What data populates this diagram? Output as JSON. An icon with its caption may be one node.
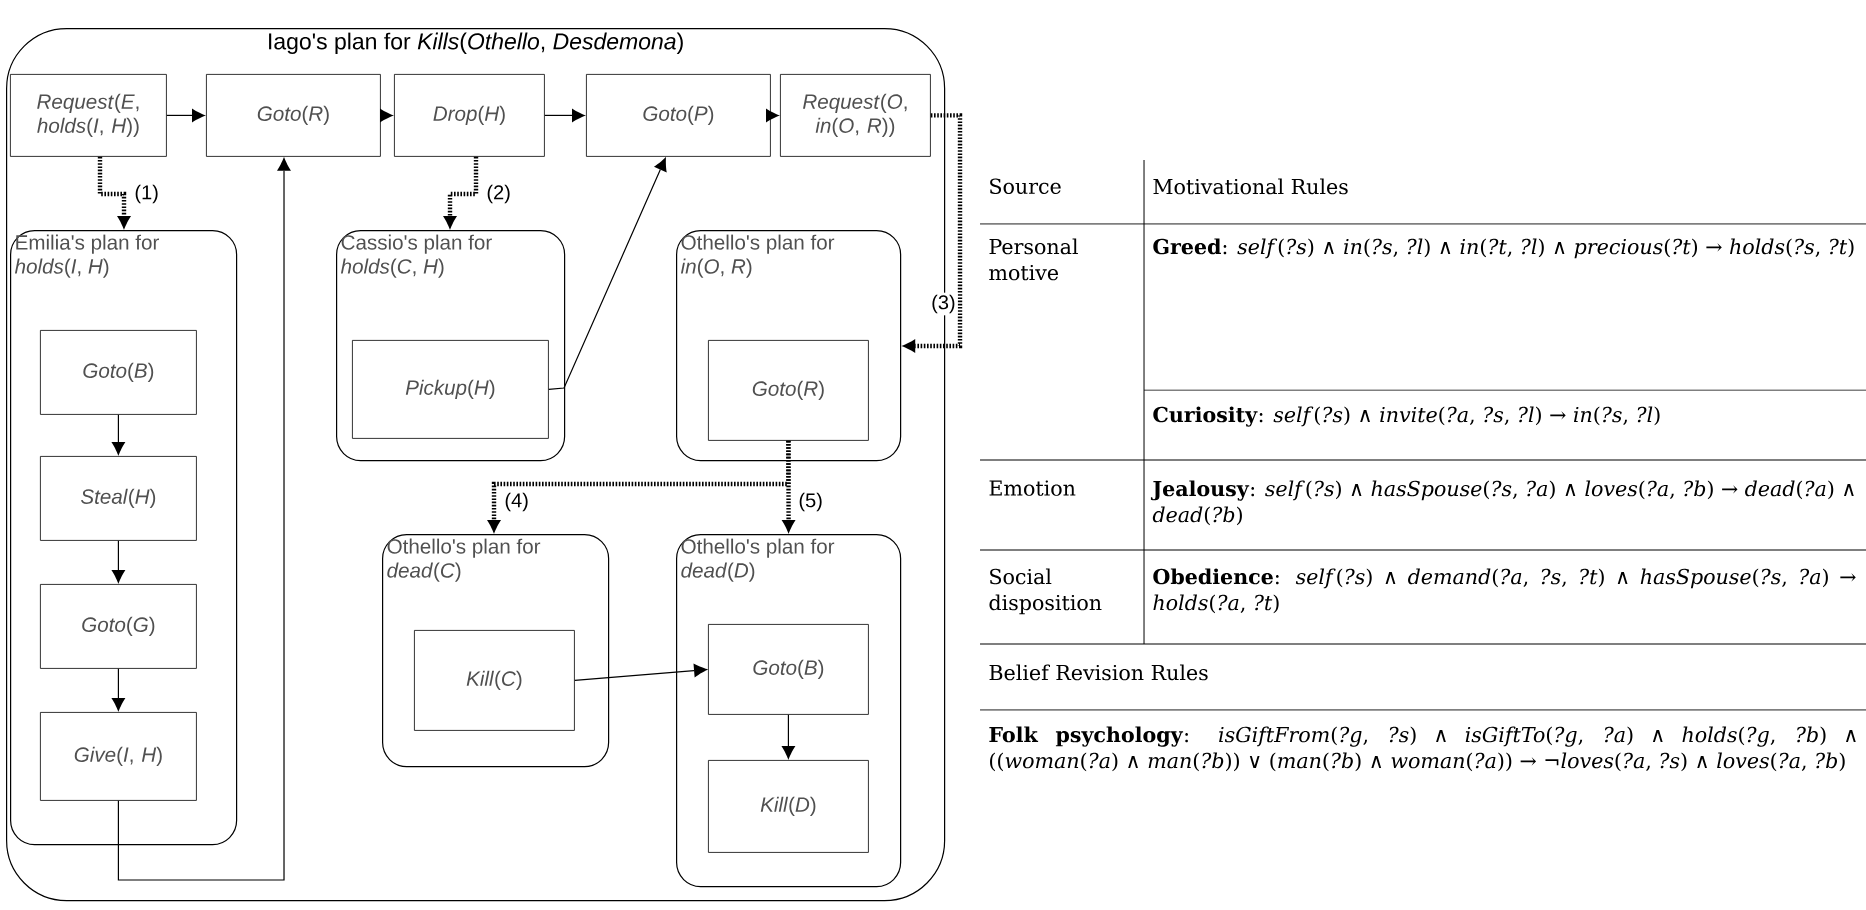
{
  "diagram": {
    "nodes": [
      {
        "text": [
          "Iago's plan for *Kills*(*Othello*, *Desdemona*)"
        ]
      },
      {
        "text": [
          "*Request*(*E*, *holds*(*I*, *H*))"
        ],
        "in": 0
      },
      {
        "text": [
          "*Goto*(*R*)"
        ],
        "in": 0
      },
      {
        "text": [
          "*Drop*(*H*)"
        ],
        "in": 0
      },
      {
        "text": [
          "*Goto*(*P*)"
        ],
        "in": 0
      },
      {
        "text": [
          "*Request*(*O*, *in*(*O*, *R*))"
        ],
        "in": 0
      },
      {
        "text": [
          "Emilia's plan for *holds*(*I*, *H*)"
        ],
        "in": 0
      },
      {
        "text": [
          "*Goto*(*B*)"
        ],
        "in": 6
      },
      {
        "text": [
          "*Steal*(*H*)"
        ],
        "in": 6
      },
      {
        "text": [
          "*Goto*(*G*)"
        ],
        "in": 6
      },
      {
        "text": [
          "*Give*(*I*, *H*)"
        ],
        "in": 6
      },
      {
        "text": [
          "Cassio's plan for *holds*(*C*, *H*)"
        ],
        "in": 0
      },
      {
        "text": [
          "*Pickup*(*H*)"
        ],
        "in": 11
      },
      {
        "text": [
          "Othello's plan for *in*(*O*, *R*)"
        ],
        "in": 0
      },
      {
        "text": [
          "*Goto*(*R*)"
        ],
        "in": 13
      },
      {
        "text": [
          "Othello's plan for *dead*(*C*)"
        ],
        "in": 0
      },
      {
        "text": [
          "*Kill*(*C*)"
        ],
        "in": 15
      },
      {
        "text": [
          "Othello's plan for *dead*(*D*)"
        ],
        "in": 0
      },
      {
        "text": [
          "*Goto*(*B*)"
        ],
        "in": 17
      },
      {
        "text": [
          "*Kill*(*D*)"
        ],
        "in": 17
      }
    ],
    "edges": [
      {
        "from": 1,
        "to": 2,
        "arrow": "to"
      },
      {
        "from": 2,
        "to": 3,
        "arrow": "to"
      },
      {
        "from": 3,
        "to": 4,
        "arrow": "to"
      },
      {
        "from": 4,
        "to": 5,
        "arrow": "to"
      },
      {
        "from": 1,
        "to": 6,
        "arrow": "to",
        "label": "(1)",
        "style": "dashed"
      },
      {
        "from": 3,
        "to": 11,
        "arrow": "to",
        "label": "(2)",
        "style": "dashed"
      },
      {
        "from": 5,
        "to": 13,
        "arrow": "to",
        "label": "(3)",
        "style": "dashed"
      },
      {
        "from": 14,
        "to": 15,
        "arrow": "to",
        "label": "(4)",
        "style": "dashed"
      },
      {
        "from": 14,
        "to": 17,
        "arrow": "to",
        "label": "(5)",
        "style": "dashed"
      },
      {
        "from": 7,
        "to": 8,
        "arrow": "to"
      },
      {
        "from": 8,
        "to": 9,
        "arrow": "to"
      },
      {
        "from": 9,
        "to": 10,
        "arrow": "to"
      },
      {
        "from": 10,
        "to": 2,
        "arrow": "to"
      },
      {
        "from": 12,
        "to": 4,
        "arrow": "to"
      },
      {
        "from": 16,
        "to": 18,
        "arrow": "to"
      },
      {
        "from": 18,
        "to": 19,
        "arrow": "to"
      }
    ],
    "labels": [
      "Source",
      "Motivational Rules",
      "Personal motive",
      "**Greed**: *self*(*?s*) ∧ *in*(*?s*, *?l*) ∧ *in*(*?t*, *?l*) ∧ *precious*(*?t*) → *holds*(*?s*, *?t*)",
      "**Curiosity**: *self*(*?s*) ∧ *invite*(*?a*, *?s*, *?l*) → *in*(*?s*, *?l*)",
      "Emotion",
      "**Jealousy**: *self*(*?s*) ∧ *hasSpouse*(*?s*, *?a*) ∧ *loves*(*?a*, *?b*) → *dead*(*?a*) ∧ *dead*(*?b*)",
      "Social disposition",
      "**Obedience**: *self*(*?s*) ∧ *demand*(*?a*, *?s*, *?t*) ∧ *hasSpouse*(*?s*, *?a*) → *holds*(*?a*, *?t*)",
      "Belief Revision Rules",
      "**Folk psychology**: *isGiftFrom*(*?g*, *?s*) ∧ *isGiftTo*(*?g*, *?a*) ∧ *holds*(*?g*, *?b*) ∧ ((*woman*(*?a*) ∧ *man*(*?b*)) ∨ (*man*(*?b*) ∧ *woman*(*?a*)) → ¬*loves*(*?a*, *?s*) ∧ *loves*(*?a*, *?b*)"
    ]
  }
}
